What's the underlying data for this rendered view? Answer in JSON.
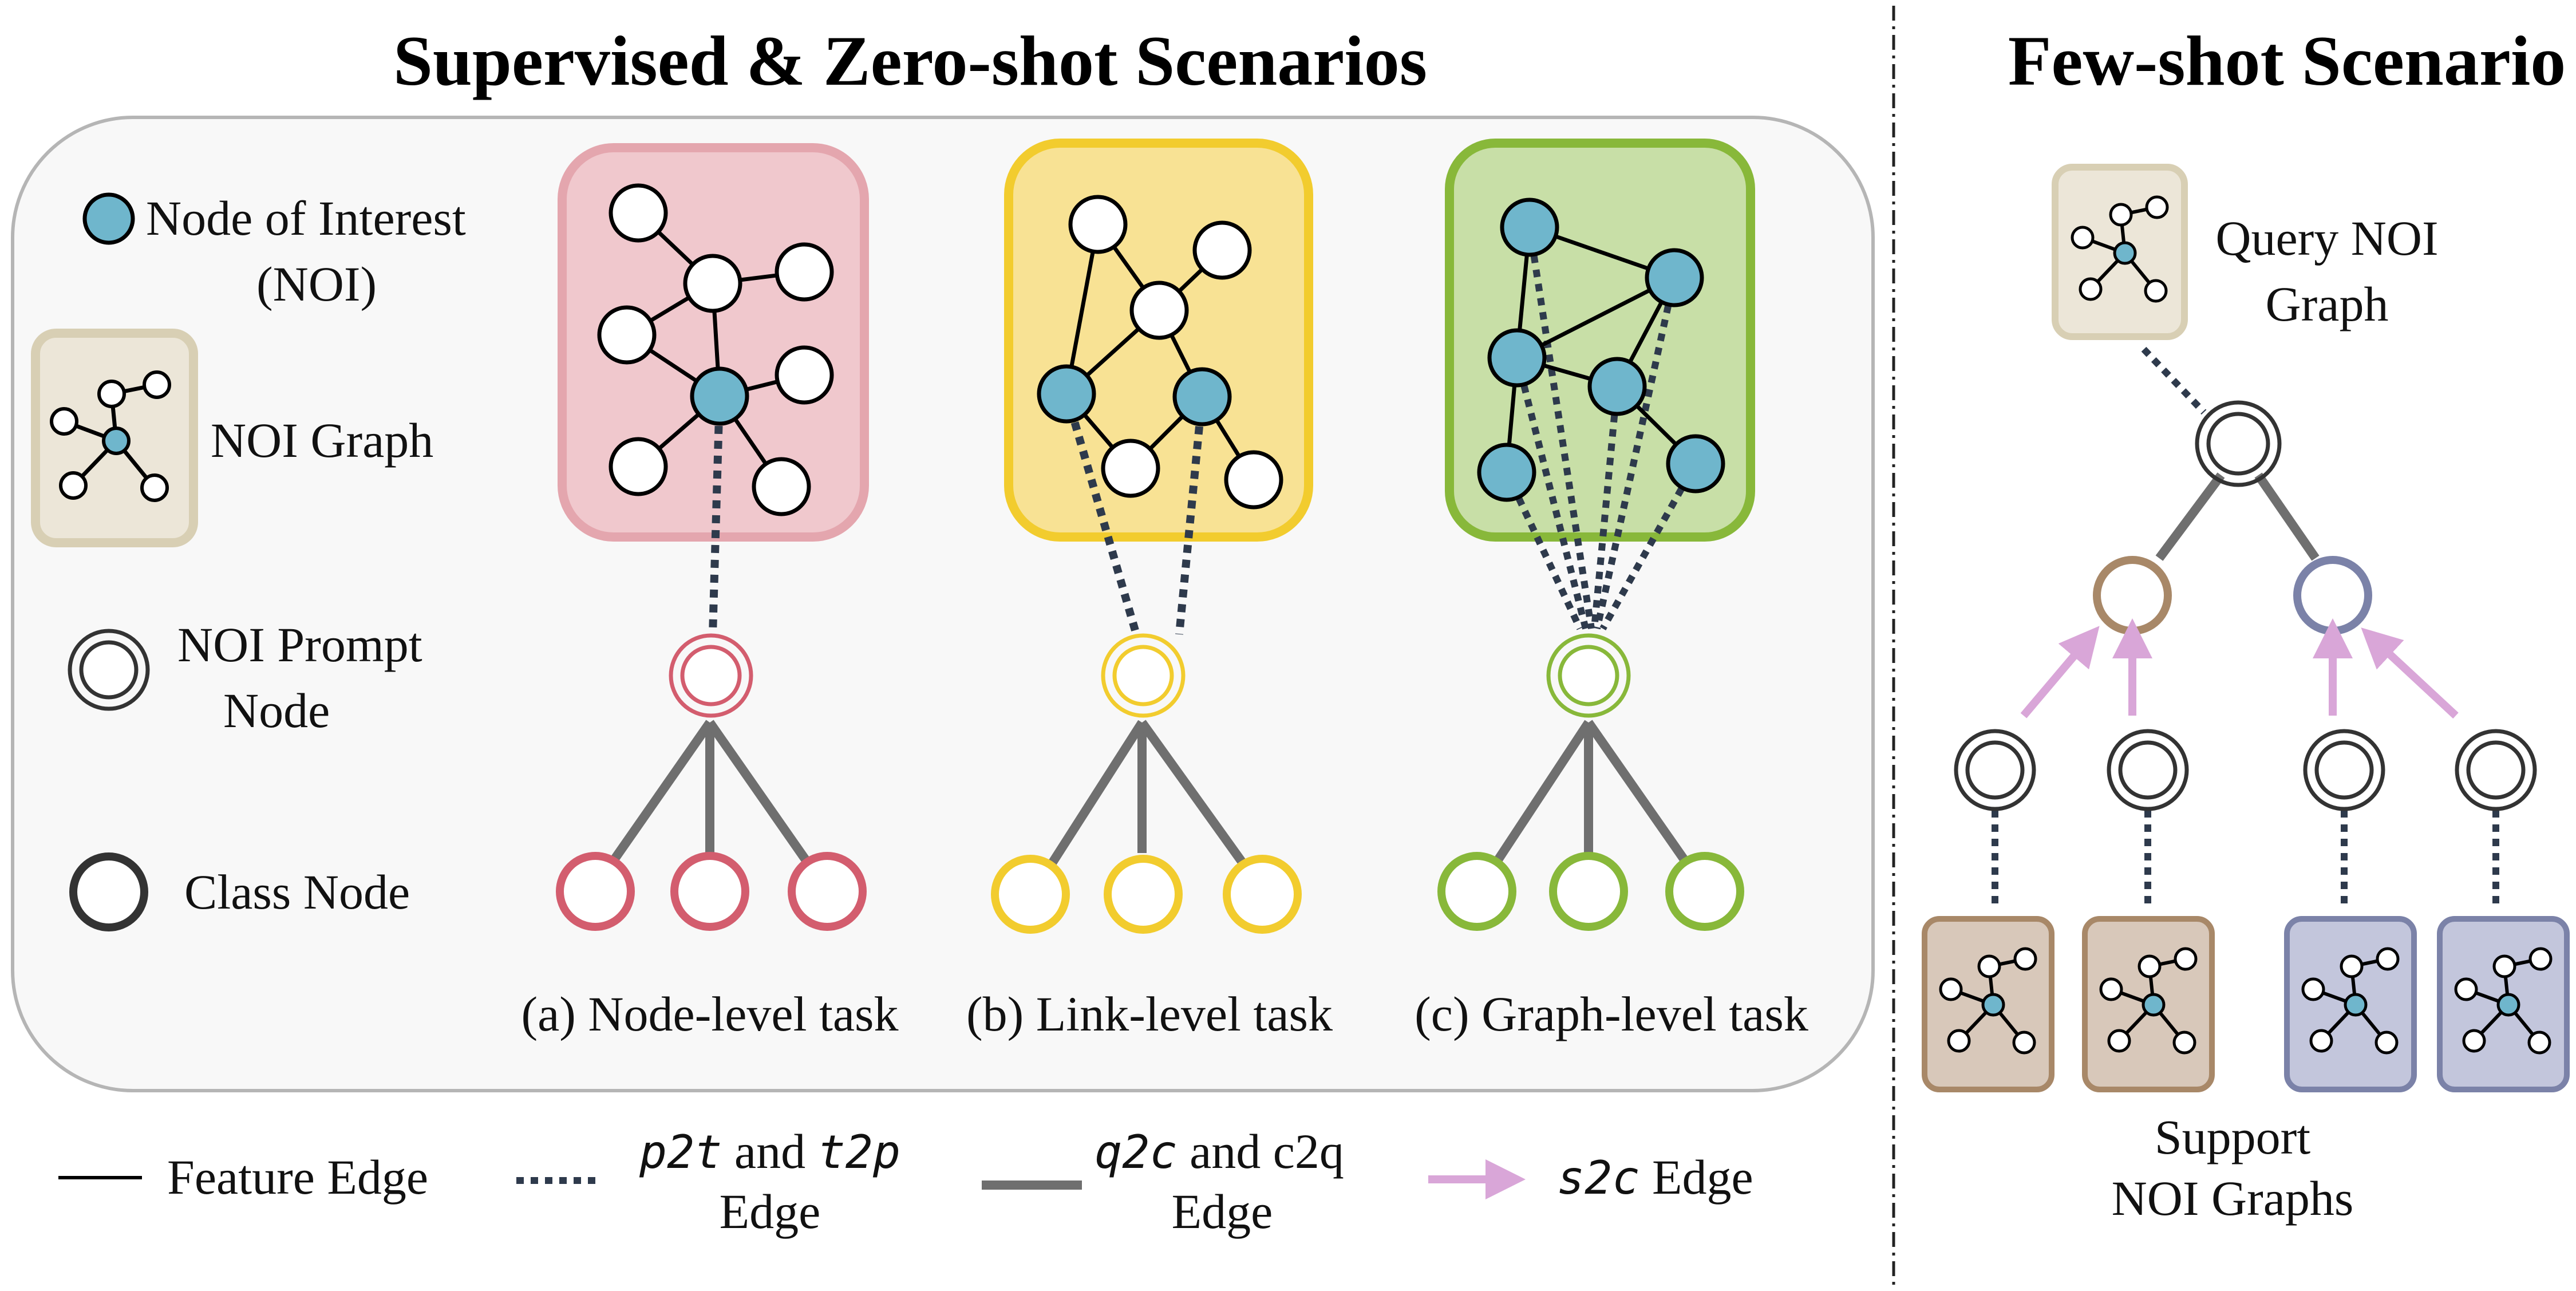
{
  "left_title": "Supervised & Zero-shot Scenarios",
  "right_title": "Few-shot Scenario",
  "legend": {
    "noi_label_1": "Node of Interest",
    "noi_label_2": "(NOI)",
    "noi_graph": "NOI Graph",
    "prompt_1": "NOI Prompt",
    "prompt_2": "Node",
    "class_node": "Class Node"
  },
  "tasks": {
    "node": "(a) Node-level task",
    "link": "(b) Link-level task",
    "graph": "(c) Graph-level task"
  },
  "few_shot": {
    "query_1": "Query NOI",
    "query_2": "Graph",
    "support_1": "Support",
    "support_2": "NOI Graphs"
  },
  "edge_legend": {
    "feature": "Feature Edge",
    "p2t_a": "p2t",
    "p2t_and": " and ",
    "p2t_b": "t2p",
    "p2t_edge": "Edge",
    "q2c_a": "q2c",
    "q2c_and": " and c2q",
    "q2c_edge": "Edge",
    "s2c_a": "s2c",
    "s2c_edge": " Edge"
  },
  "colors": {
    "noi_fill": "#6fb6cc",
    "pink": "#d35d6e",
    "pink_bg": "#f0c8cd",
    "yellow": "#f2cc2e",
    "yellow_bg": "#f8e294",
    "green": "#88b83a",
    "green_bg": "#c8dfa7",
    "beige_bg": "#ece6d8",
    "beige_border": "#d8cfb4",
    "brown": "#a88868",
    "brown_bg": "#d8c8ba",
    "slate": "#7b82a8",
    "slate_bg": "#c3c6dc",
    "dotted": "#2e3a4c",
    "gray_edge": "#6f6f6f",
    "pink_arrow": "#d9a6d8"
  }
}
